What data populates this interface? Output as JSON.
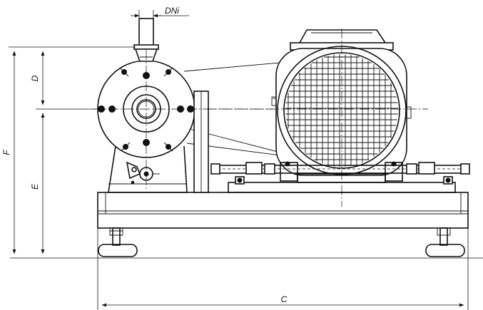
{
  "drawing": {
    "labels": {
      "dn": "DNi",
      "d": "D",
      "f": "F",
      "e": "E",
      "c": "C"
    }
  }
}
